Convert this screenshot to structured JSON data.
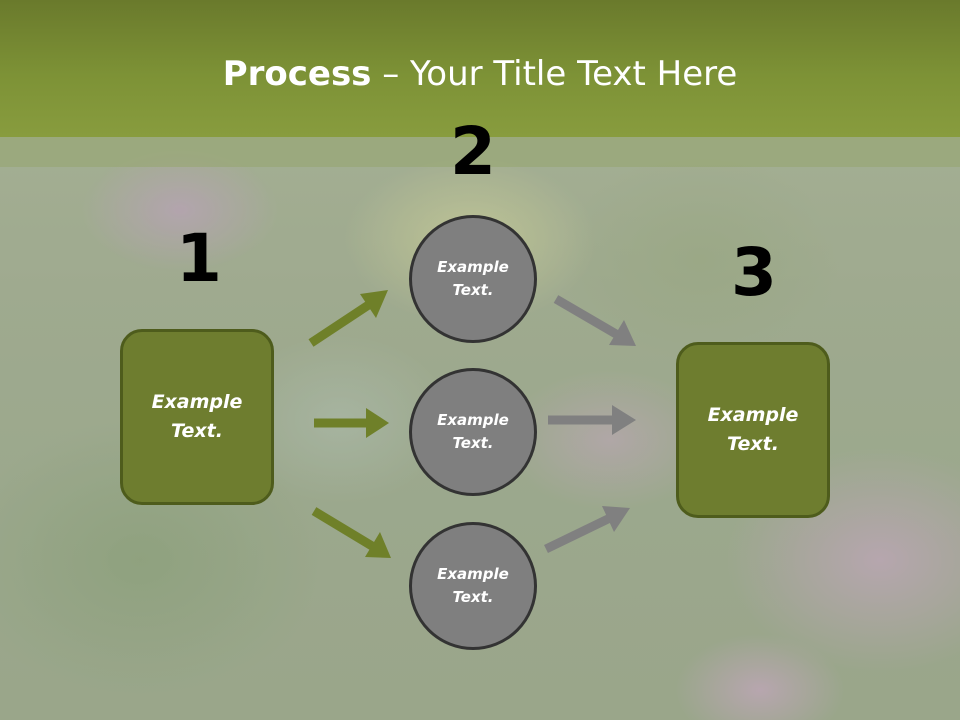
{
  "title": {
    "bold": "Process",
    "rest": " – Your Title Text Here"
  },
  "steps": {
    "one": "1",
    "two": "2",
    "three": "3"
  },
  "left_box": {
    "text": "Example Text."
  },
  "right_box": {
    "text": "Example Text."
  },
  "circles": [
    {
      "text": "Example Text."
    },
    {
      "text": "Example Text."
    },
    {
      "text": "Example Text."
    }
  ],
  "colors": {
    "header": "#7d9236",
    "box_fill": "#6e7d2f",
    "box_border": "#4e5c1c",
    "circle_fill": "#7f7f7f",
    "circle_border": "#333333",
    "green_arrow": "#6f8029",
    "gray_arrow": "#808080"
  }
}
